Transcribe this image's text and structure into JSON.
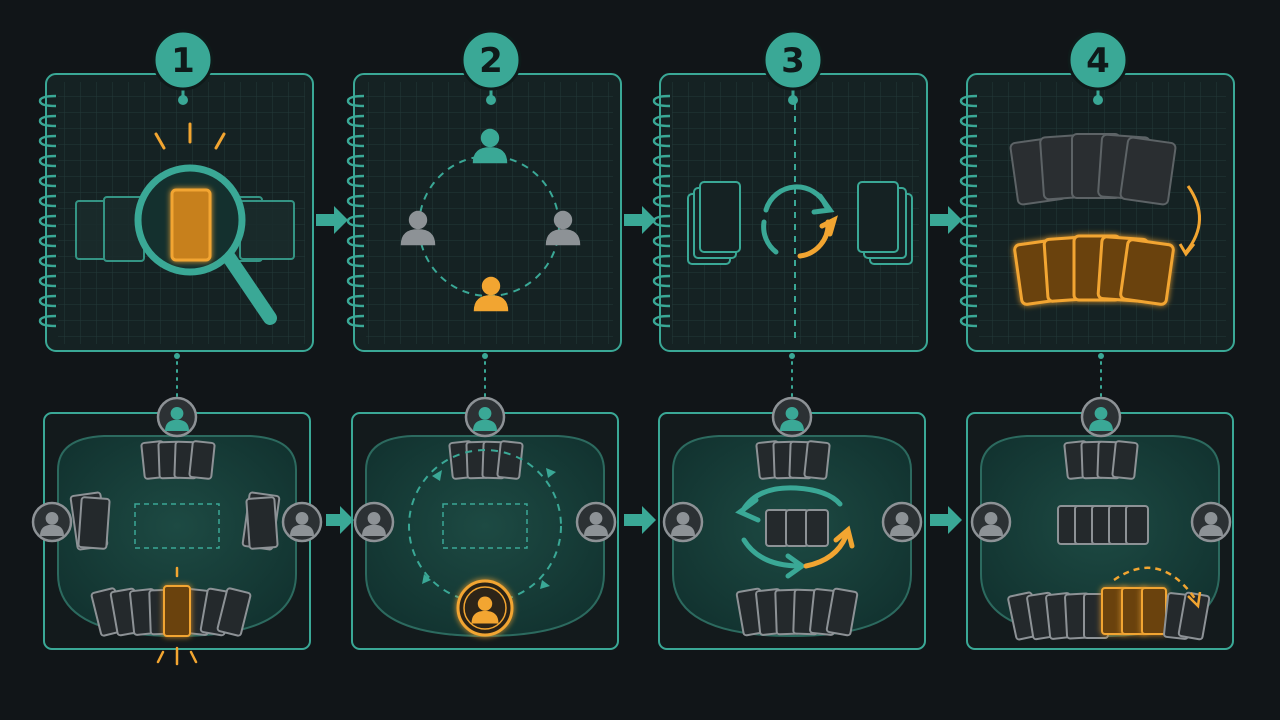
{
  "steps": [
    {
      "number": "1"
    },
    {
      "number": "2"
    },
    {
      "number": "3"
    },
    {
      "number": "4"
    }
  ],
  "icons": {
    "search": "magnifier-icon",
    "player": "player-icon",
    "cycle": "cycle-arrows-icon",
    "arrow": "flow-arrow-icon"
  },
  "colors": {
    "background": "#111518",
    "teal": "#3aa896",
    "orange": "#f2a531",
    "grey": "#8d9296"
  }
}
